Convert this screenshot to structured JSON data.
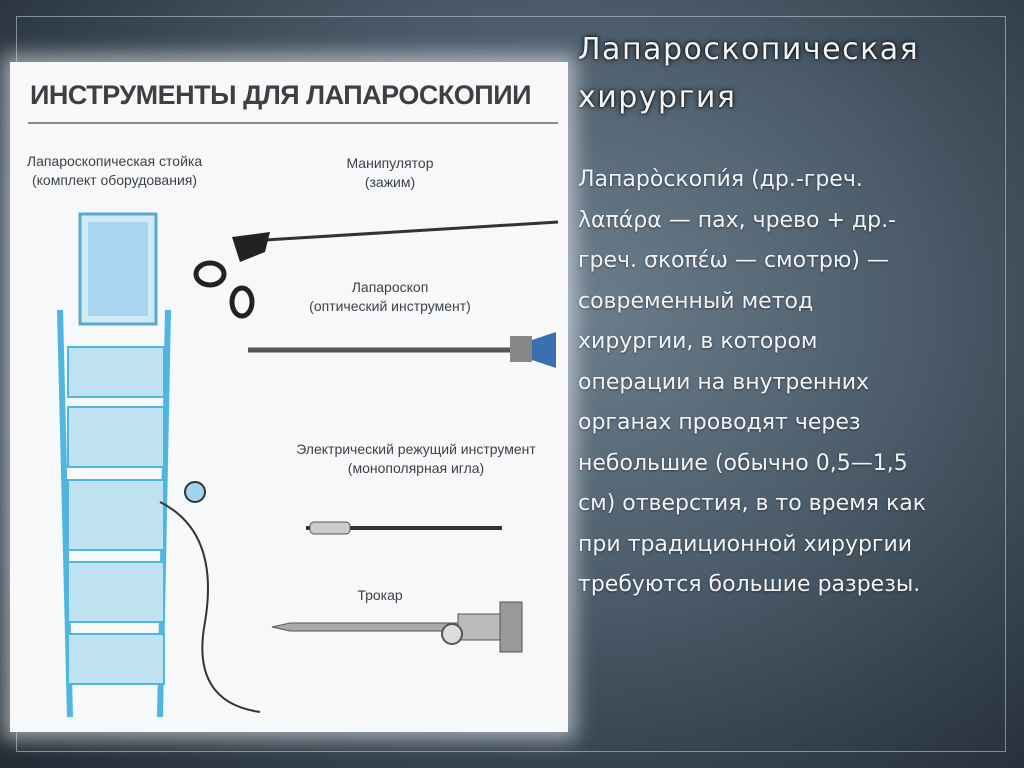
{
  "slide": {
    "title_lines": [
      "Лапароскопическая",
      "хирургия"
    ],
    "body_lines": [
      "Лапаро̀скопи́я (др.-греч.",
      "λαπάρα — пах, чрево + др.-",
      "греч. σκοπέω — смотрю) —",
      "современный метод",
      "хирургии, в котором",
      "операции на внутренних",
      "органах проводят через",
      "небольшие (обычно 0,5—1,5",
      "см) отверстия, в то время как",
      "при традиционной хирургии",
      "требуются большие разрезы."
    ]
  },
  "illustration": {
    "title": "ИНСТРУМЕНТЫ ДЛЯ ЛАПАРОСКОПИИ",
    "stand_label": [
      "Лапароскопическая стойка",
      "(комплект оборудования)"
    ],
    "manipulator_label": [
      "Манипулятор",
      "(зажим)"
    ],
    "laparoscope_label": [
      "Лапароскоп",
      "(оптический инструмент)"
    ],
    "electric_label": [
      "Электрический режущий инструмент",
      "(монополярная игла)"
    ],
    "trocar_label": [
      "Трокар"
    ]
  },
  "colors": {
    "background": "#4b5b69",
    "text": "#f1f3f5",
    "stand_frame": "#4fb6df",
    "picture_bg": "#f6f8f9"
  }
}
